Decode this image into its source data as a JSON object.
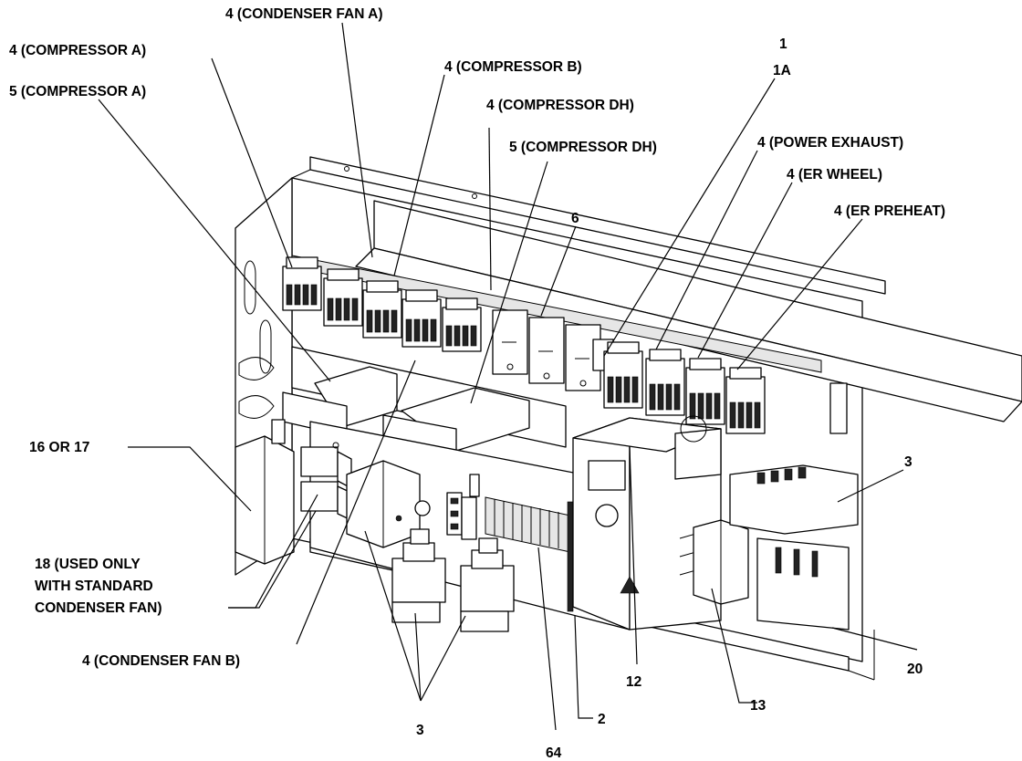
{
  "callouts": {
    "c1": "4 (CONDENSER FAN A)",
    "c2": "4 (COMPRESSOR A)",
    "c3": "5 (COMPRESSOR A)",
    "c4": "4 (COMPRESSOR B)",
    "c5": "4 (COMPRESSOR DH)",
    "c6": "5 (COMPRESSOR DH)",
    "c7a": "1",
    "c7b": "1A",
    "c8": "4 (POWER EXHAUST)",
    "c9": "4 (ER WHEEL)",
    "c10": "4 (ER PREHEAT)",
    "c11": "6",
    "c12": "16 OR 17",
    "c13": "3",
    "c14a": "18 (USED ONLY",
    "c14b": "WITH STANDARD",
    "c14c": "CONDENSER FAN)",
    "c15": "4 (CONDENSER FAN B)",
    "c16": "12",
    "c17": "20",
    "c18": "13",
    "c19": "3",
    "c20": "2",
    "c21": "64"
  }
}
